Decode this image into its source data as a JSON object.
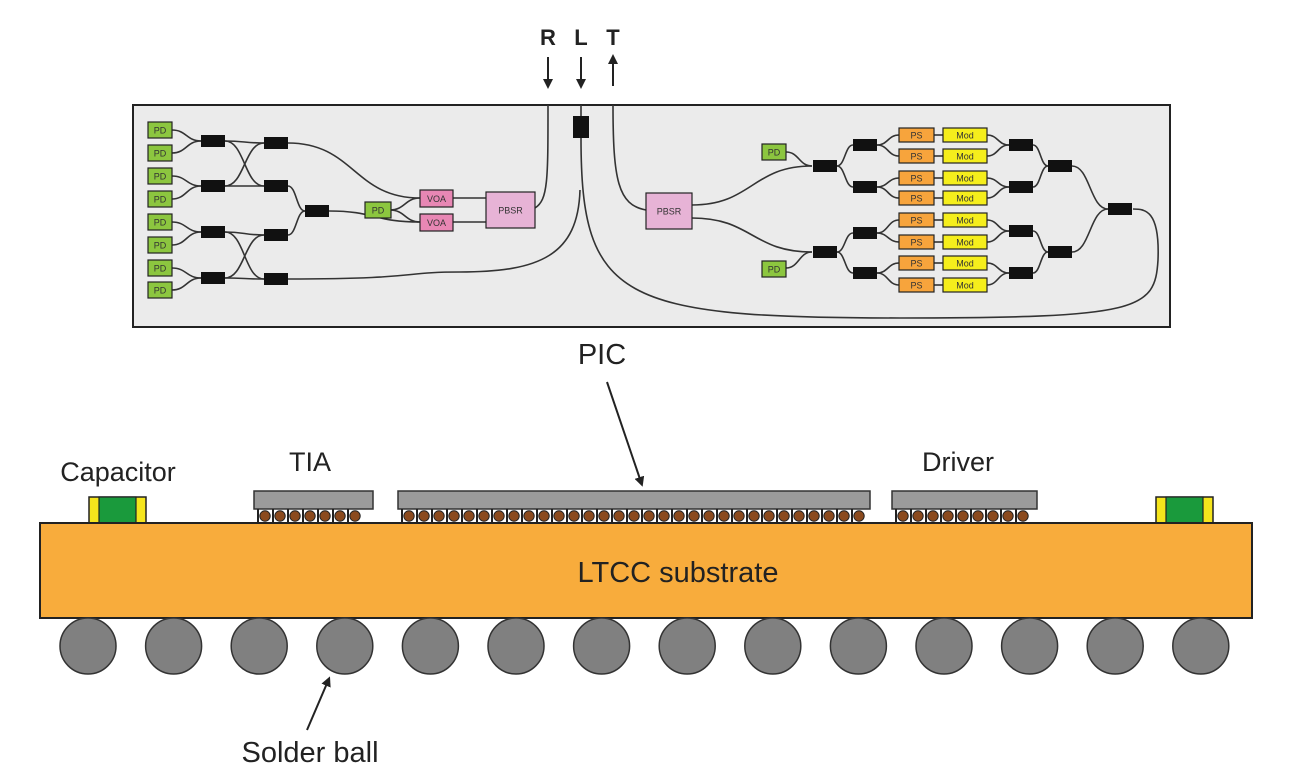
{
  "ports": {
    "r": "R",
    "l": "L",
    "t": "T"
  },
  "pic_blocks": {
    "pd": "PD",
    "voa": "VOA",
    "pbsr": "PBSR",
    "ps": "PS",
    "mod": "Mod"
  },
  "labels": {
    "pic": "PIC",
    "capacitor": "Capacitor",
    "tia": "TIA",
    "driver": "Driver",
    "substrate": "LTCC substrate",
    "solder_ball": "Solder ball"
  },
  "colors": {
    "pd": "#8cc63f",
    "voa": "#e887b4",
    "pbsr": "#e7b3d6",
    "ps": "#f7a43c",
    "mod": "#f5ee1c",
    "substrate": "#f8ac3c",
    "chip": "#9b9b9b",
    "solder_ball": "#808080",
    "capacitor_body": "#1a9a3c",
    "capacitor_term": "#f5e51c",
    "micro_bump": "#8b4a1e",
    "pic_panel": "#ebebeb"
  }
}
